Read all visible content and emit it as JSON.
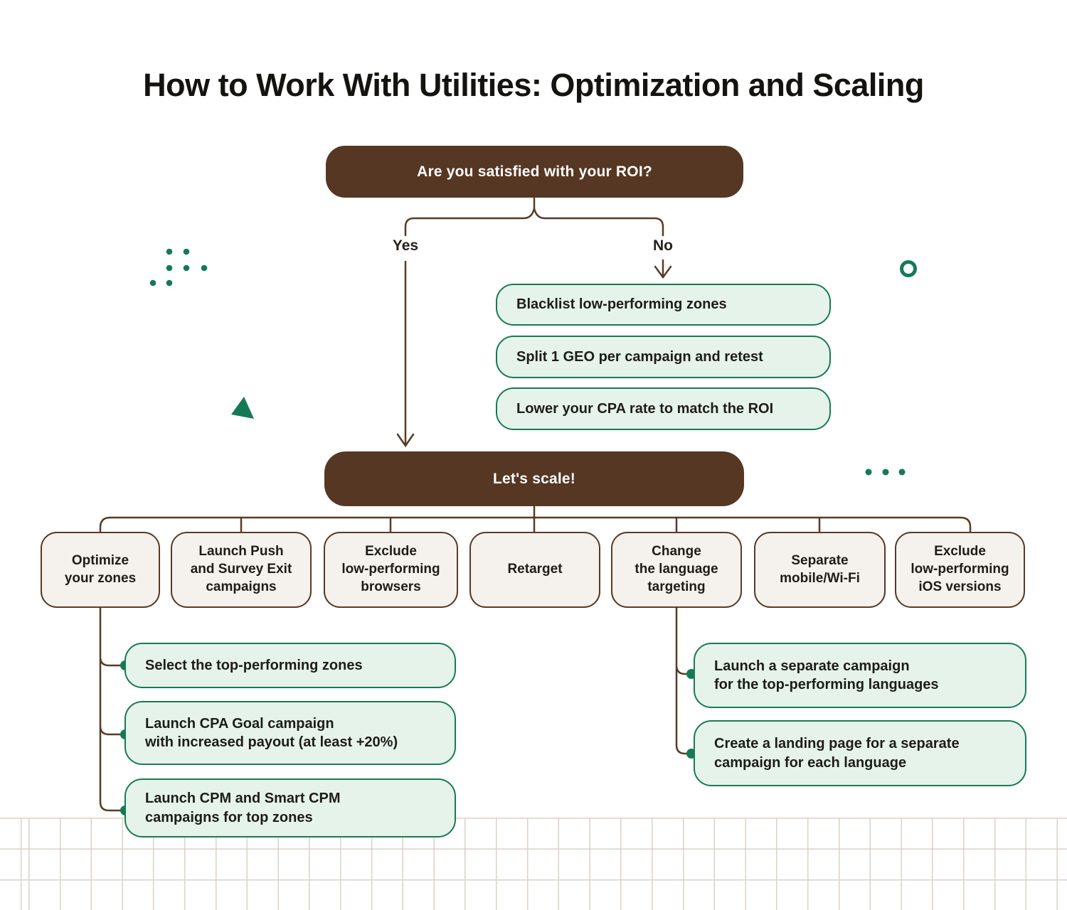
{
  "page": {
    "title": "How to Work With Utilities: Optimization and Scaling"
  },
  "colors": {
    "background": "#ffffff",
    "brown_fill": "#563723",
    "brown_stroke": "#5a3a24",
    "option_fill": "#f5f2ee",
    "green_fill": "#e5f3eb",
    "green_stroke": "#197a53",
    "green_accent": "#147a56",
    "text_dark": "#1f1c18",
    "grid_line": "#dcd2c7"
  },
  "flow": {
    "root_question": "Are you satisfied with your ROI?",
    "yes_label": "Yes",
    "no_label": "No",
    "no_actions": [
      "Blacklist low-performing zones",
      "Split 1 GEO per campaign and retest",
      "Lower your CPA rate to match the ROI"
    ],
    "scale_node": "Let's scale!",
    "scale_options": [
      "Optimize\nyour zones",
      "Launch Push\nand Survey Exit\ncampaigns",
      "Exclude\nlow-performing\nbrowsers",
      "Retarget",
      "Change\nthe language\ntargeting",
      "Separate\nmobile/Wi-Fi",
      "Exclude\nlow-performing\niOS versions"
    ],
    "optimize_children": [
      "Select the top-performing zones",
      "Launch CPA Goal campaign\nwith increased payout (at least +20%)",
      "Launch CPM and Smart CPM\ncampaigns for top zones"
    ],
    "language_children": [
      "Launch a separate campaign\nfor the top-performing languages",
      "Create a landing page for a separate\ncampaign for each language"
    ]
  }
}
